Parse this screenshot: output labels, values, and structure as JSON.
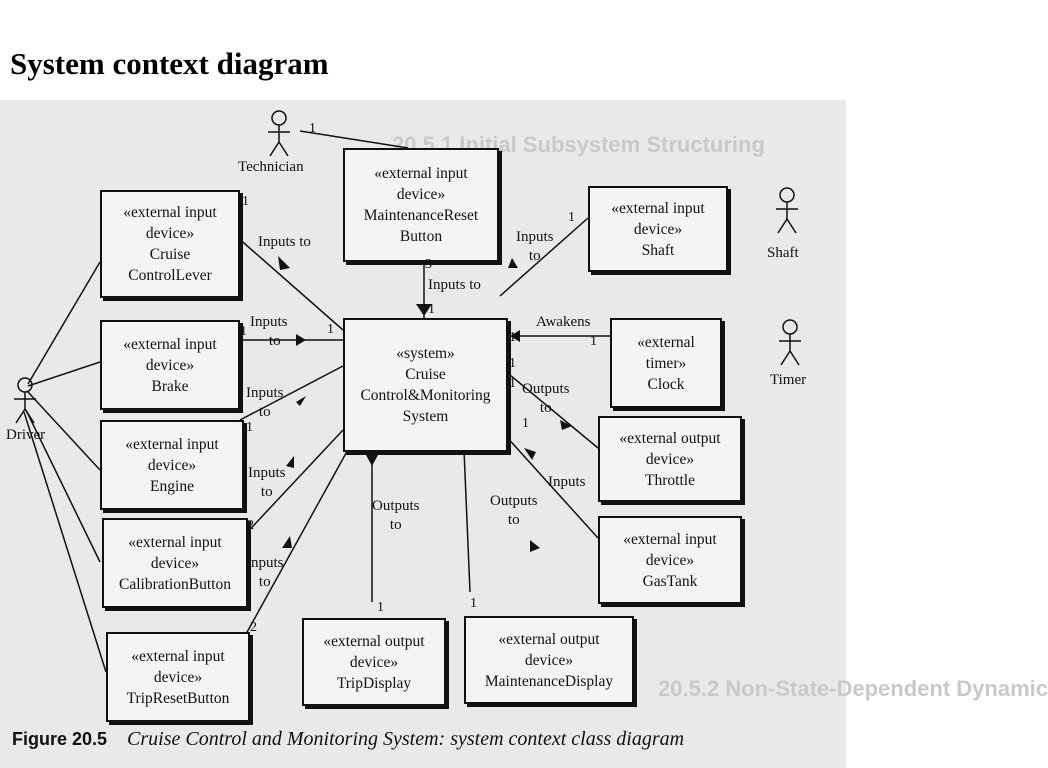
{
  "slide_title": "System context diagram",
  "background_text": {
    "section_heading": "20.5.1 Initial Subsystem Structuring",
    "bottom_heading": "20.5.2 Non-State-Dependent Dynamic"
  },
  "actors": [
    {
      "id": "technician",
      "name": "Technician"
    },
    {
      "id": "driver",
      "name": "Driver"
    },
    {
      "id": "shaft",
      "name": "Shaft"
    },
    {
      "id": "timer",
      "name": "Timer"
    }
  ],
  "classes": [
    {
      "id": "maintenance-reset",
      "stereotype": "«external input device»",
      "lines": [
        "«external input",
        "device»",
        "MaintenanceReset",
        "Button"
      ]
    },
    {
      "id": "cruise-lever",
      "lines": [
        "«external input",
        "device»",
        "Cruise",
        "ControlLever"
      ]
    },
    {
      "id": "brake",
      "lines": [
        "«external input",
        "device»",
        "Brake"
      ]
    },
    {
      "id": "engine",
      "lines": [
        "«external input",
        "device»",
        "Engine"
      ]
    },
    {
      "id": "calibration",
      "lines": [
        "«external input",
        "device»",
        "CalibrationButton"
      ]
    },
    {
      "id": "trip-reset",
      "lines": [
        "«external input",
        "device»",
        "TripResetButton"
      ]
    },
    {
      "id": "system",
      "lines": [
        "«system»",
        "Cruise",
        "Control&Monitoring",
        "System"
      ]
    },
    {
      "id": "shaft-device",
      "lines": [
        "«external input",
        "device»",
        "Shaft"
      ]
    },
    {
      "id": "clock",
      "lines": [
        "«external",
        "timer»",
        "Clock"
      ]
    },
    {
      "id": "throttle",
      "lines": [
        "«external output",
        "device»",
        "Throttle"
      ]
    },
    {
      "id": "gastank",
      "lines": [
        "«external input",
        "device»",
        "GasTank"
      ]
    },
    {
      "id": "trip-display",
      "lines": [
        "«external output",
        "device»",
        "TripDisplay"
      ]
    },
    {
      "id": "maintenance-display",
      "lines": [
        "«external output",
        "device»",
        "MaintenanceDisplay"
      ]
    }
  ],
  "associations": {
    "inputs_to": "Inputs to",
    "inputs": "Inputs",
    "to": "to",
    "outputs": "Outputs",
    "awakens": "Awakens"
  },
  "multiplicities": {
    "one": "1",
    "two": "2",
    "three": "3"
  },
  "caption": {
    "figure_number": "Figure 20.5",
    "text": "Cruise Control and Monitoring System: system context class diagram"
  }
}
